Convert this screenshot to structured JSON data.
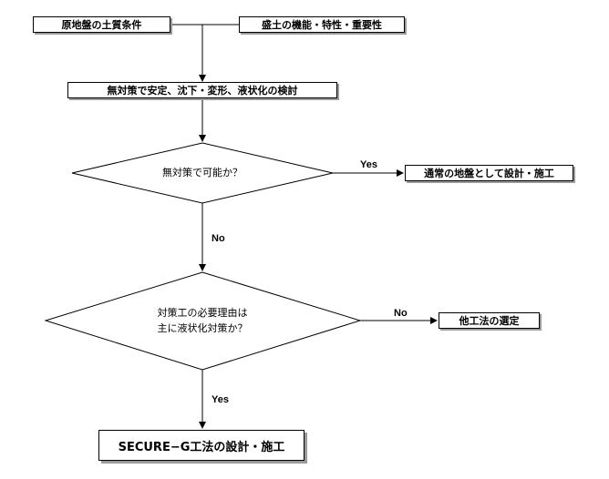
{
  "nodes": {
    "ground_conditions": "原地盤の土質条件",
    "fill_function": "盛土の機能・特性・重要性",
    "study_no_measures": "無対策で安定、沈下・変形、液状化の検討",
    "decision_no_measures": "無対策で可能か？",
    "normal_design": "通常の地盤として設計・施工",
    "decision_liquefaction_line1": "対策工の必要理由は",
    "decision_liquefaction_line2": "主に液状化対策か？",
    "other_method": "他工法の選定",
    "secure_g_design": "SECURE−G工法の設計・施工"
  },
  "edges": {
    "yes_1": "Yes",
    "no_1": "No",
    "no_2": "No",
    "yes_2": "Yes"
  }
}
